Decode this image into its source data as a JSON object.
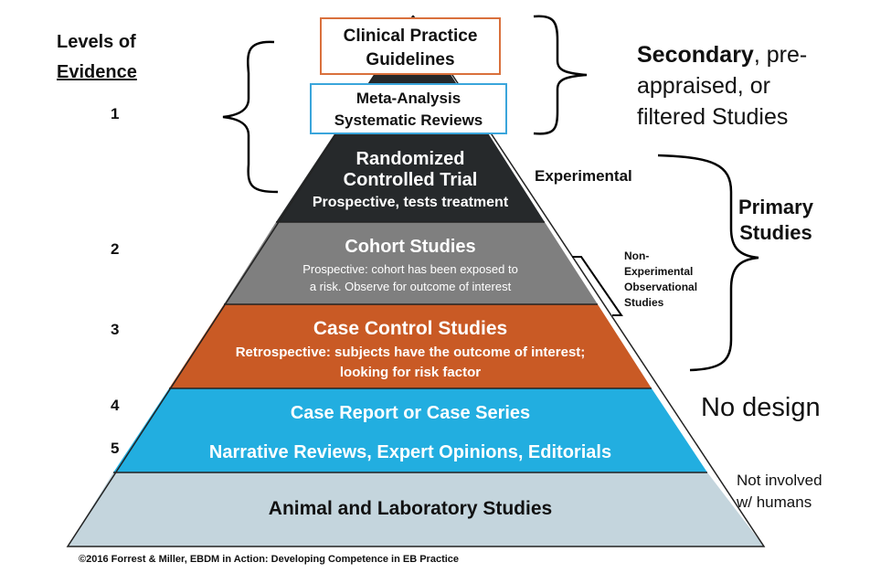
{
  "levels_title": {
    "line1": "Levels of",
    "line2": "Evidence"
  },
  "levels": [
    "1",
    "2",
    "3",
    "4",
    "5"
  ],
  "secondary_boxes": {
    "cpg_line1": "Clinical Practice",
    "cpg_line2": "Guidelines",
    "meta_line1": "Meta-Analysis",
    "meta_line2": "Systematic Reviews"
  },
  "tiers": {
    "rct": {
      "title1": "Randomized",
      "title2": "Controlled Trial",
      "sub": "Prospective, tests treatment",
      "color": "#26292b"
    },
    "cohort": {
      "title": "Cohort Studies",
      "sub1": "Prospective: cohort has been exposed to",
      "sub2": "a risk. Observe for outcome of interest",
      "color": "#7f7f7f"
    },
    "case_control": {
      "title": "Case Control Studies",
      "sub1": "Retrospective: subjects have the outcome of interest;",
      "sub2": "looking for risk factor",
      "color": "#c95a25"
    },
    "case_report": {
      "line1": "Case Report or Case Series",
      "line2": "Narrative Reviews, Expert Opinions, Editorials",
      "color": "#22aee0"
    },
    "animal": {
      "title": "Animal and Laboratory Studies",
      "color": "#c4d5dd"
    }
  },
  "annotations": {
    "secondary_bold": "Secondary",
    "secondary_rest1": ", pre-",
    "secondary_line2": "appraised, or",
    "secondary_line3": "filtered Studies",
    "experimental": "Experimental",
    "primary_line1": "Primary",
    "primary_line2": "Studies",
    "nonexp_line1": "Non-",
    "nonexp_line2": "Experimental",
    "nonexp_line3": "Observational",
    "nonexp_line4": "Studies",
    "no_design": "No design",
    "not_involved_line1": "Not involved",
    "not_involved_line2": "w/ humans"
  },
  "credit": "©2016 Forrest & Miller, EBDM in Action: Developing Competence in EB Practice"
}
